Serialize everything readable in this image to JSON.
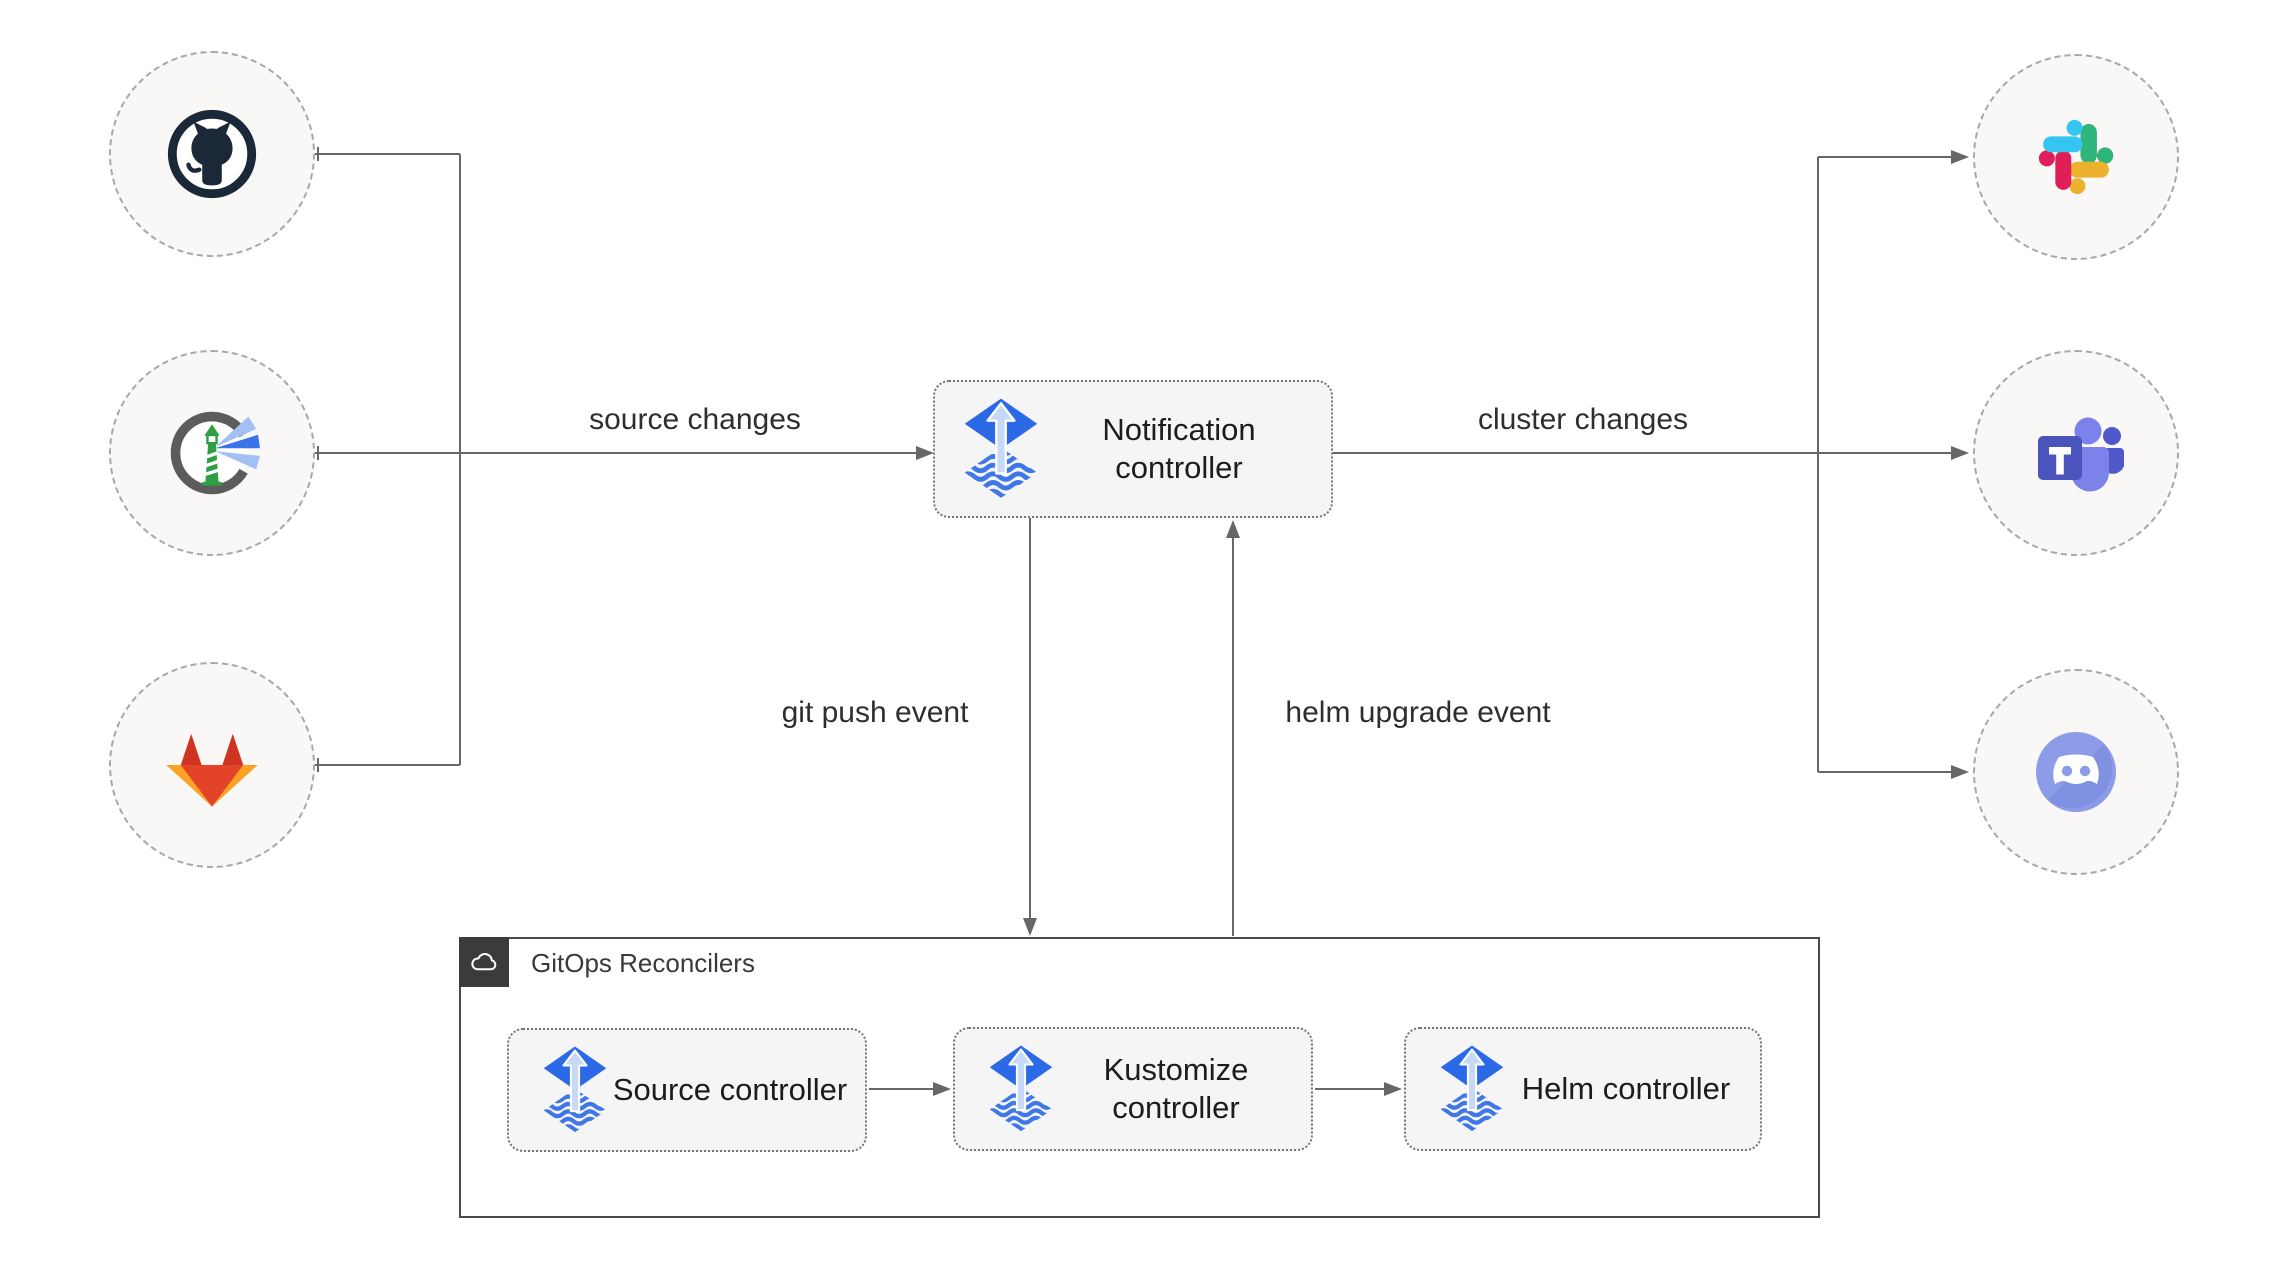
{
  "container": {
    "label": "GitOps Reconcilers"
  },
  "nodes": {
    "notification": {
      "label": "Notification controller"
    },
    "source": {
      "label": "Source controller"
    },
    "kustomize": {
      "label": "Kustomize controller"
    },
    "helm": {
      "label": "Helm controller"
    }
  },
  "edges": {
    "source_changes": "source changes",
    "cluster_changes": "cluster changes",
    "git_push_event": "git push event",
    "helm_upgrade_event": "helm upgrade event"
  },
  "icons": {
    "left_sources": [
      "github-icon",
      "lighthouse-icon",
      "gitlab-icon"
    ],
    "right_targets": [
      "slack-icon",
      "teams-icon",
      "discord-icon"
    ],
    "controller": "flux-icon",
    "container_tab": "cloud-icon"
  },
  "colors": {
    "line": "#676767",
    "flux_blue": "#2c69e6",
    "flux_arrow": "#c7d9f9",
    "node_fill": "#f5f5f5",
    "circle_fill": "#f9f8f6",
    "container_border": "#4a4a4a",
    "tab_fill": "#3b3b3b",
    "github": "#1b2838",
    "lighthouse_green": "#2f9e44",
    "gitlab": [
      "#e24329",
      "#cf3420",
      "#fca326"
    ],
    "slack": [
      "#36C5F0",
      "#2EB67D",
      "#ECB22E",
      "#E01E5A"
    ],
    "teams": [
      "#4b53bc",
      "#7b83eb",
      "#5059c9"
    ],
    "discord": "#8c9ce9"
  }
}
